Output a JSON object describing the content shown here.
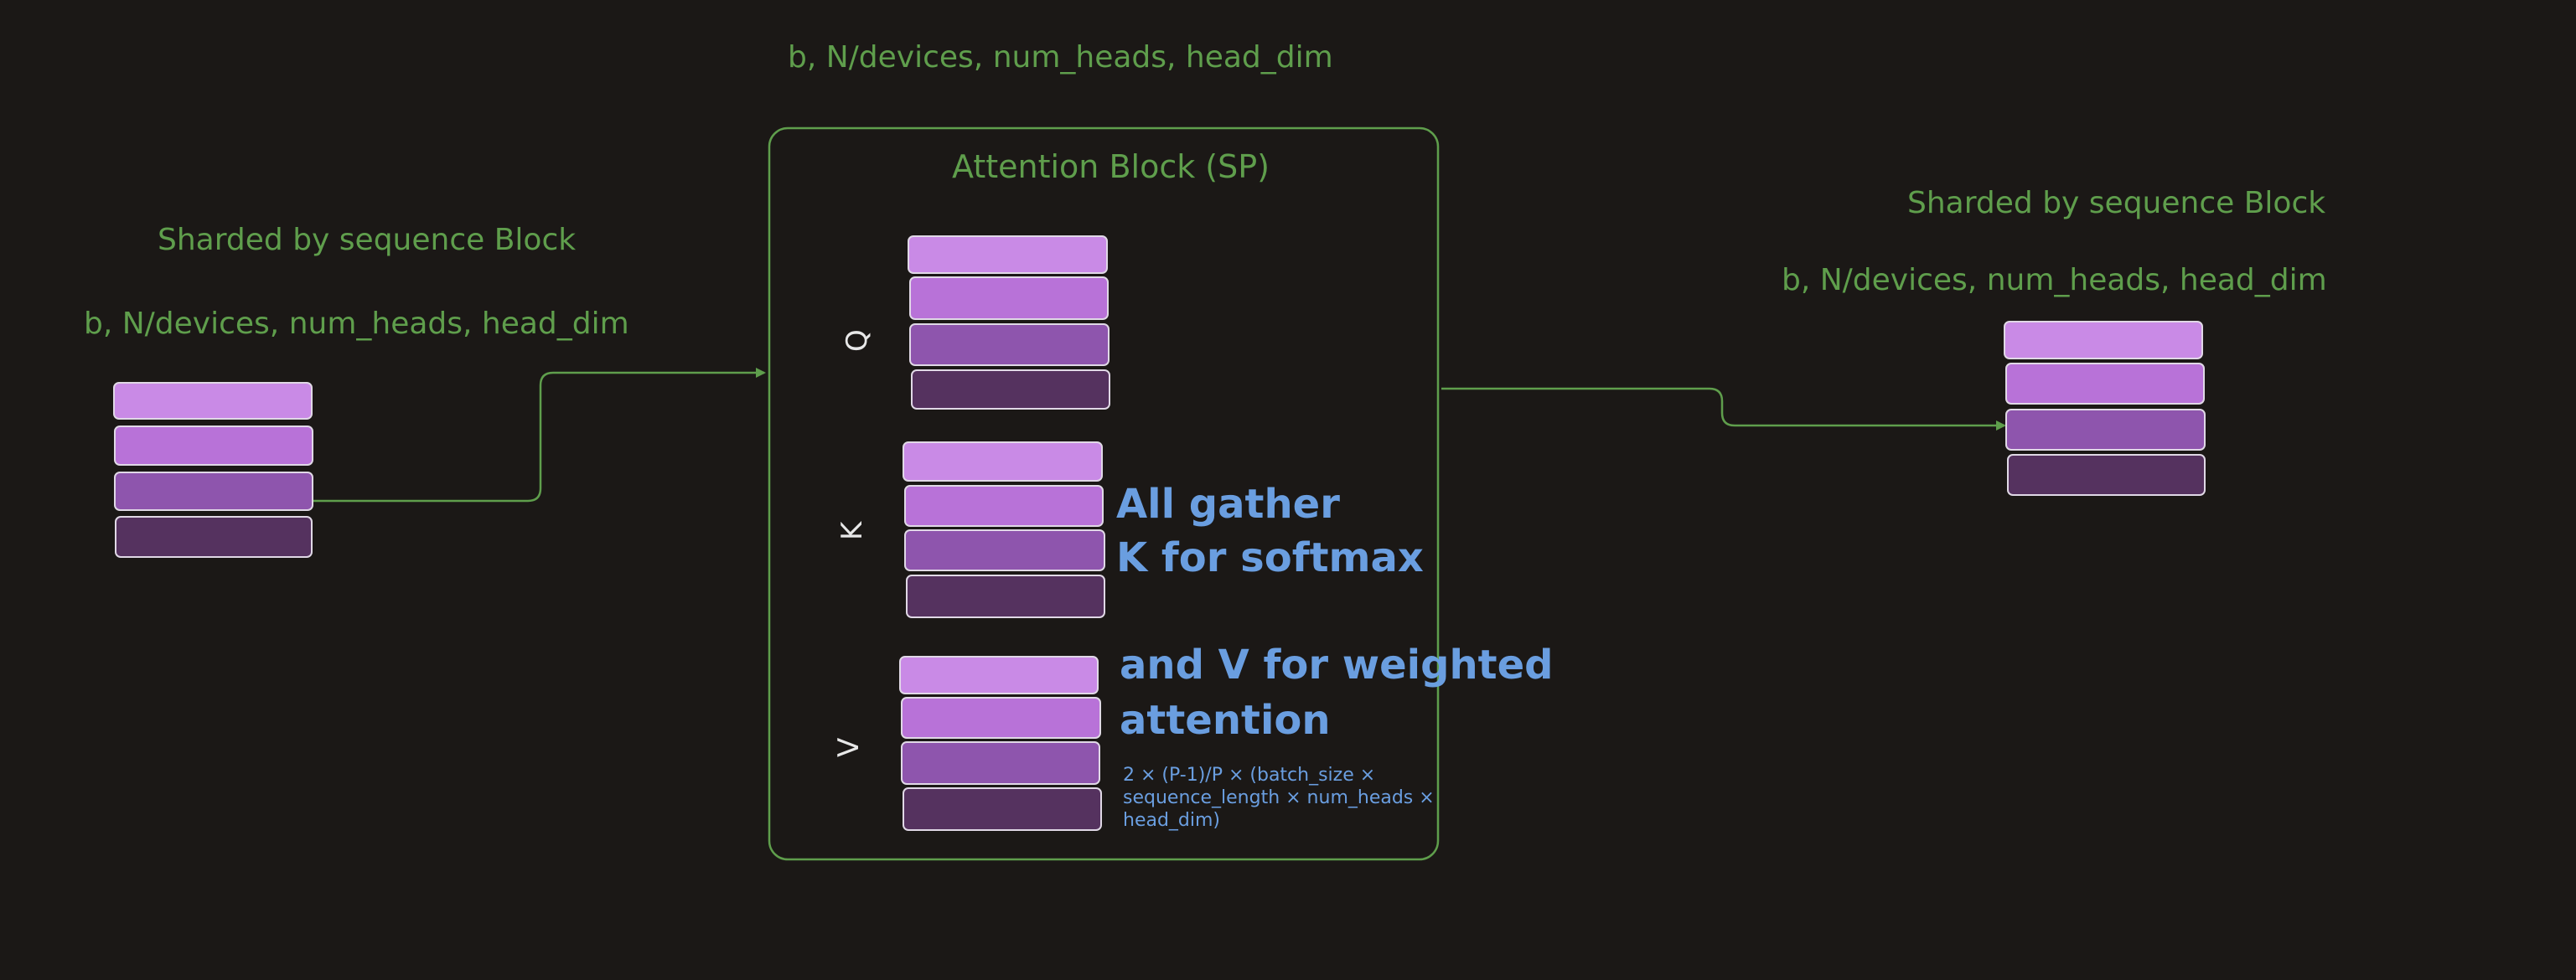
{
  "colors": {
    "background": "#1b1816",
    "green": "#5f9e4c",
    "blue": "#6a9ee0",
    "bar_outline": "#e0d8e6",
    "bar_shades": [
      "#c98ae6",
      "#b872d8",
      "#8e55ad",
      "#55325f"
    ]
  },
  "left_block": {
    "title": "Sharded by sequence Block",
    "shape": "b, N/devices, num_heads, head_dim"
  },
  "top_shape": "b, N/devices, num_heads, head_dim",
  "attention_block": {
    "title": "Attention Block (SP)",
    "labels": {
      "q": "Q",
      "k": "K",
      "v": "V"
    }
  },
  "annotations": {
    "allgather_line1": "All gather",
    "allgather_line2": "K for softmax",
    "weighted_line1": "and V for weighted",
    "weighted_line2": "attention",
    "formula_line1": "2 × (P-1)/P × (batch_size ×",
    "formula_line2": "sequence_length × num_heads ×",
    "formula_line3": "head_dim)"
  },
  "right_block": {
    "title": "Sharded by sequence Block",
    "shape": "b, N/devices, num_heads, head_dim"
  }
}
